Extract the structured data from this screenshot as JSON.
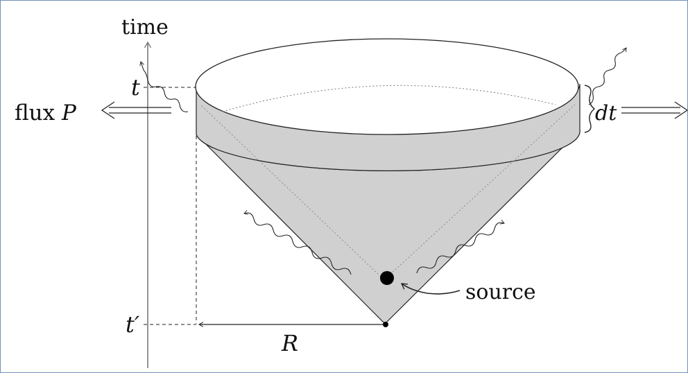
{
  "labels": {
    "time": "time",
    "t": "t",
    "t_prime": "t′",
    "flux": "flux",
    "flux_symbol": "P",
    "dt": "dt",
    "source": "source",
    "R": "R"
  },
  "colors": {
    "cone_fill": "#d0d0d0",
    "stroke": "#222222",
    "axis": "#7a7a7a",
    "frame_border": "#6f8fb6"
  }
}
